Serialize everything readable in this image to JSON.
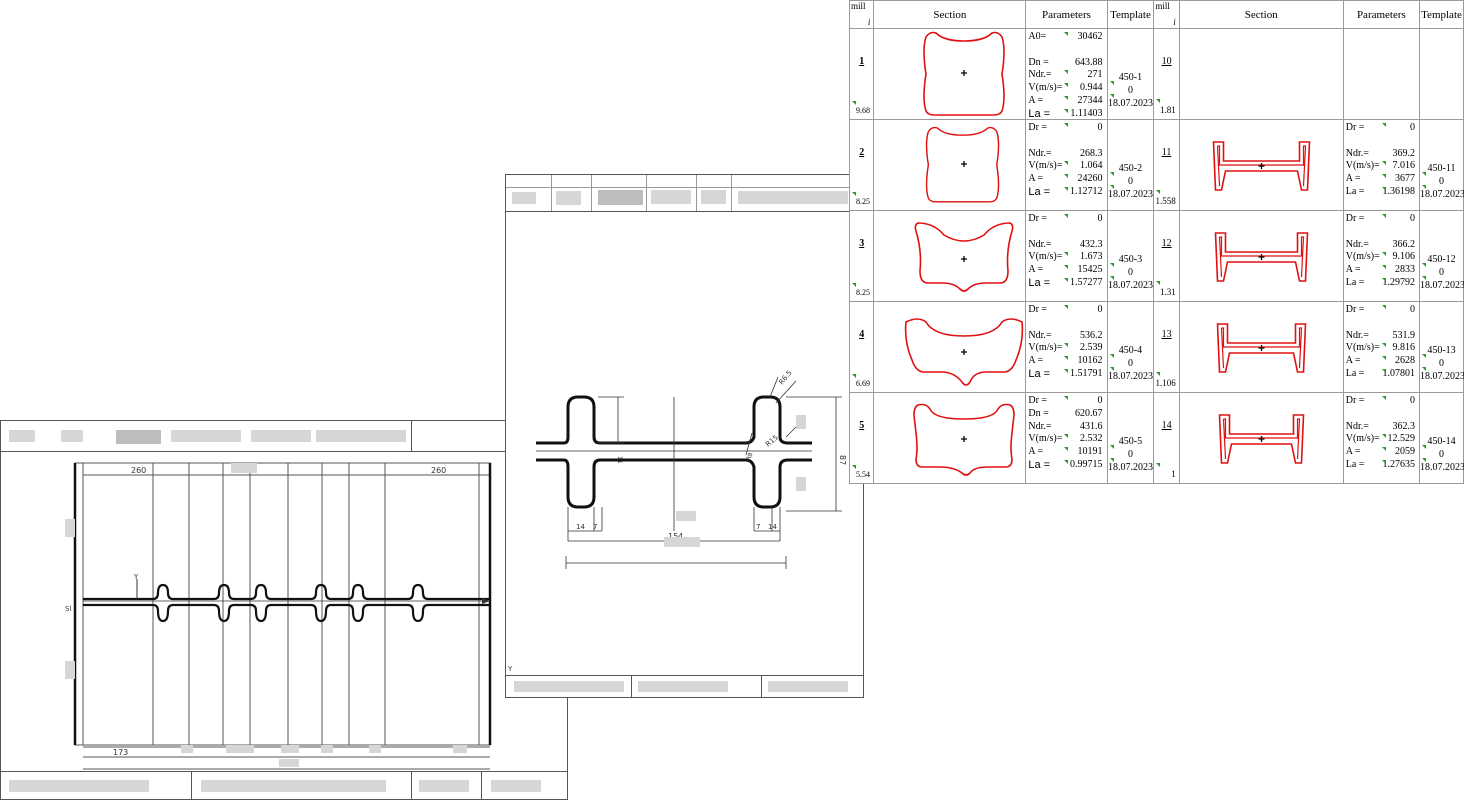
{
  "drawing_left": {
    "dim_top_left": "260",
    "dim_top_right": "260",
    "dim_bottom_left": "173",
    "axis_y": "Y",
    "axis_s": "Sl"
  },
  "drawing_middle": {
    "dim_height": "87",
    "dim_width": "154",
    "dim_r_upper": "R6.5",
    "dim_r_side": "R15",
    "dim_r_small": "R8",
    "dim_web": "11",
    "dim_flange": "14",
    "dim_gap": "7",
    "axis_y": "Y"
  },
  "schedule": {
    "headers": {
      "mill_top": "mill",
      "mill_bottom": "i",
      "section": "Section",
      "parameters": "Parameters",
      "template": "Template"
    },
    "left": [
      {
        "no": "1",
        "ri": "9.68",
        "shape": "box",
        "scale": 1.0,
        "p": [
          {
            "l": "A0=",
            "v": "30462",
            "m": true
          },
          {
            "l": "",
            "v": ""
          },
          {
            "l": "Dn =",
            "v": "643.88"
          },
          {
            "l": "Ndr.=",
            "v": "271",
            "m": true
          },
          {
            "l": "V(m/s)=",
            "v": "0.944",
            "m": true
          },
          {
            "l": "A  =",
            "v": "27344",
            "m": true
          },
          {
            "l": "La =",
            "v": "1.11403",
            "m": true,
            "la": true
          }
        ],
        "t": [
          "450-1",
          "0",
          "18.07.2023"
        ]
      },
      {
        "no": "2",
        "ri": "8.25",
        "shape": "box",
        "scale": 0.9,
        "p": [
          {
            "l": "Dr =",
            "v": "0",
            "m": true
          },
          {
            "l": "",
            "v": ""
          },
          {
            "l": "Ndr.=",
            "v": "268.3"
          },
          {
            "l": "V(m/s)=",
            "v": "1.064",
            "m": true
          },
          {
            "l": "A  =",
            "v": "24260",
            "m": true
          },
          {
            "l": "La =",
            "v": "1.12712",
            "m": true,
            "la": true
          }
        ],
        "t": [
          "450-2",
          "0",
          "18.07.2023"
        ]
      },
      {
        "no": "3",
        "ri": "8.25",
        "shape": "box3",
        "scale": 1.0,
        "p": [
          {
            "l": "Dr =",
            "v": "0",
            "m": true
          },
          {
            "l": "",
            "v": ""
          },
          {
            "l": "Ndr.=",
            "v": "432.3"
          },
          {
            "l": "V(m/s)=",
            "v": "1.673",
            "m": true
          },
          {
            "l": "A  =",
            "v": "15425",
            "m": true
          },
          {
            "l": "La =",
            "v": "1.57277",
            "m": true,
            "la": true
          }
        ],
        "t": [
          "450-3",
          "0",
          "18.07.2023"
        ]
      },
      {
        "no": "4",
        "ri": "6.69",
        "shape": "box4",
        "scale": 1.0,
        "p": [
          {
            "l": "Dr =",
            "v": "0",
            "m": true
          },
          {
            "l": "",
            "v": ""
          },
          {
            "l": "Ndr.=",
            "v": "536.2"
          },
          {
            "l": "V(m/s)=",
            "v": "2.539",
            "m": true
          },
          {
            "l": "A  =",
            "v": "10162",
            "m": true
          },
          {
            "l": "La =",
            "v": "1.51791",
            "m": true,
            "la": true
          }
        ],
        "t": [
          "450-4",
          "0",
          "18.07.2023"
        ]
      },
      {
        "no": "5",
        "ri": "5.54",
        "shape": "box5",
        "scale": 1.0,
        "p": [
          {
            "l": "Dr =",
            "v": "0",
            "m": true
          },
          {
            "l": "Dn =",
            "v": "620.67"
          },
          {
            "l": "Ndr.=",
            "v": "431.6"
          },
          {
            "l": "V(m/s)=",
            "v": "2.532",
            "m": true
          },
          {
            "l": "A  =",
            "v": "10191",
            "m": true
          },
          {
            "l": "La =",
            "v": "0.99715",
            "m": true,
            "la": true
          }
        ],
        "t": [
          "450-5",
          "0",
          "18.07.2023"
        ]
      }
    ],
    "right": [
      {
        "no": "10",
        "ri": "1.81",
        "shape": "none",
        "p": [],
        "t": []
      },
      {
        "no": "11",
        "ri": "1.558",
        "shape": "ibeam",
        "w": 96,
        "p": [
          {
            "l": "Dr =",
            "v": "0",
            "m": true
          },
          {
            "l": "",
            "v": ""
          },
          {
            "l": "Ndr.=",
            "v": "369.2"
          },
          {
            "l": "V(m/s)=",
            "v": "7.016",
            "m": true
          },
          {
            "l": "A  =",
            "v": "3677",
            "m": true
          },
          {
            "l": "La =",
            "v": "1.36198",
            "m": true
          }
        ],
        "t": [
          "450-11",
          "0",
          "18.07.2023"
        ]
      },
      {
        "no": "12",
        "ri": "1.31",
        "shape": "ibeam",
        "w": 92,
        "p": [
          {
            "l": "Dr =",
            "v": "0",
            "m": true
          },
          {
            "l": "",
            "v": ""
          },
          {
            "l": "Ndr.=",
            "v": "366.2"
          },
          {
            "l": "V(m/s)=",
            "v": "9.106",
            "m": true
          },
          {
            "l": "A  =",
            "v": "2833",
            "m": true
          },
          {
            "l": "La =",
            "v": "1.29792",
            "m": true
          }
        ],
        "t": [
          "450-12",
          "0",
          "18.07.2023"
        ]
      },
      {
        "no": "13",
        "ri": "1.106",
        "shape": "ibeam",
        "w": 88,
        "p": [
          {
            "l": "Dr =",
            "v": "0",
            "m": true
          },
          {
            "l": "",
            "v": ""
          },
          {
            "l": "Ndr.=",
            "v": "531.9"
          },
          {
            "l": "V(m/s)=",
            "v": "9.816",
            "m": true
          },
          {
            "l": "A  =",
            "v": "2628",
            "m": true
          },
          {
            "l": "La =",
            "v": "1.07801",
            "m": true
          }
        ],
        "t": [
          "450-13",
          "0",
          "18.07.2023"
        ]
      },
      {
        "no": "14",
        "ri": "1",
        "shape": "ibeam",
        "w": 84,
        "p": [
          {
            "l": "Dr =",
            "v": "0",
            "m": true
          },
          {
            "l": "",
            "v": ""
          },
          {
            "l": "Ndr.=",
            "v": "362.3"
          },
          {
            "l": "V(m/s)=",
            "v": "12.529",
            "m": true
          },
          {
            "l": "A  =",
            "v": "2059",
            "m": true
          },
          {
            "l": "La =",
            "v": "1.27635",
            "m": true
          }
        ],
        "t": [
          "450-14",
          "0",
          "18.07.2023"
        ]
      }
    ]
  }
}
